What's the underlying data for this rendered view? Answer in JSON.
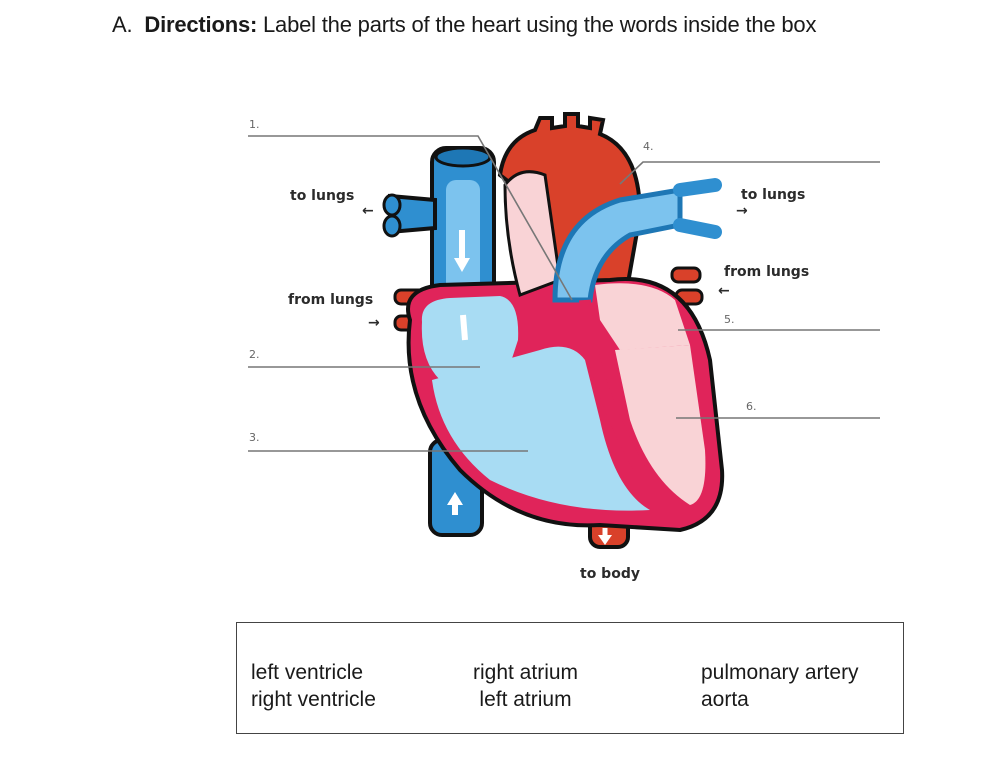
{
  "header": {
    "section": "A.",
    "directions_label": "Directions:",
    "directions_text": " Label the parts of the heart using the words inside the box"
  },
  "diagram": {
    "flow_labels": {
      "left_to_lungs": "to lungs",
      "left_from_lungs": "from lungs",
      "right_to_lungs": "to lungs",
      "right_from_lungs": "from lungs",
      "to_body": "to body"
    },
    "blanks": [
      {
        "number": "1."
      },
      {
        "number": "2."
      },
      {
        "number": "3."
      },
      {
        "number": "4."
      },
      {
        "number": "5."
      },
      {
        "number": "6."
      }
    ],
    "colors": {
      "deoxygenated_blue": "#3a9ad9",
      "chamber_light_blue": "#a8dcf3",
      "oxygenated_red": "#d9412a",
      "wall_crimson": "#e0245a",
      "chamber_pink": "#f9d3d6"
    }
  },
  "word_bank": {
    "columns": [
      [
        "left ventricle",
        "right ventricle"
      ],
      [
        "right atrium",
        "left atrium"
      ],
      [
        "pulmonary artery",
        "aorta"
      ]
    ]
  }
}
